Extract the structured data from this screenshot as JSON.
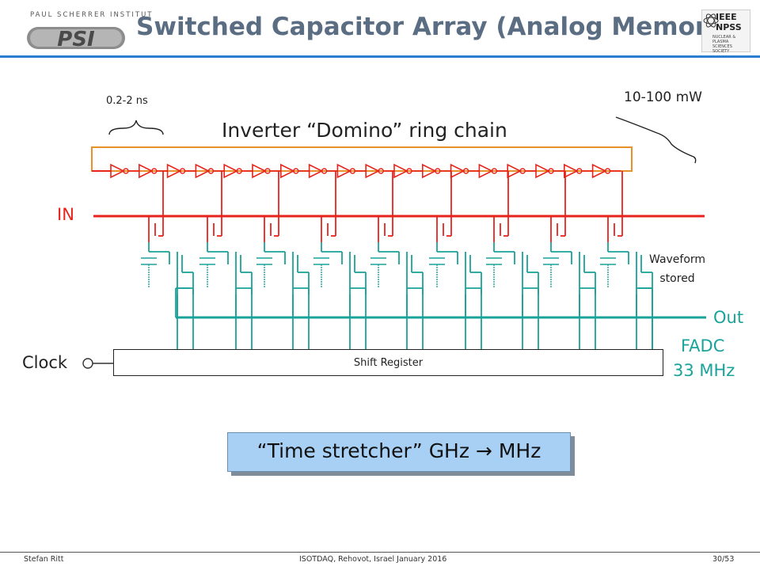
{
  "header": {
    "institute": "PAUL SCHERRER INSTITUT",
    "logo": "PSI",
    "title": "Switched Capacitor Array (Analog Memory)",
    "society_logo": {
      "name": "IEEE NPSS",
      "line1": "IEEE",
      "line2": "NPSS",
      "subtitle": "NUCLEAR & PLASMA SCIENCES SOCIETY"
    }
  },
  "diagram": {
    "time_label": "0.2-2 ns",
    "power_label": "10-100 mW",
    "ring_label": "Inverter “Domino” ring chain",
    "input_label": "IN",
    "output_label": "Out",
    "waveform_label_1": "Waveform",
    "waveform_label_2": "stored",
    "clock_label": "Clock",
    "shift_register_label": "Shift Register",
    "fadc_label_1": "FADC",
    "fadc_label_2": "33 MHz",
    "stretcher_label": "“Time stretcher” GHz → MHz",
    "colors": {
      "ring": "#e8231b",
      "input": "#e8231b",
      "output": "#1aa39a",
      "cap": "#1aa39a",
      "ring_box": "#e8912a"
    }
  },
  "footer": {
    "author": "Stefan Ritt",
    "event": "ISOTDAQ, Rehovot, Israel January 2016",
    "page": "30/53"
  }
}
